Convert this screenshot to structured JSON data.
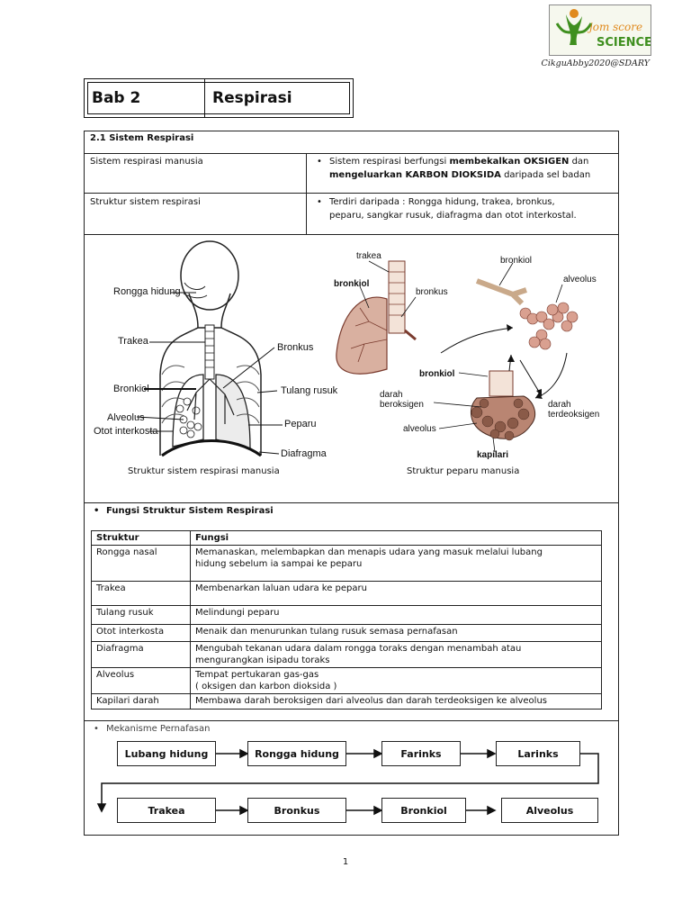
{
  "header": {
    "logo_text_line1": "jom score",
    "logo_text_line2": "SCIENCE",
    "credit": "CikguAbby2020@SDARY"
  },
  "title": {
    "chapter": "Bab 2",
    "name": "Respirasi"
  },
  "section": {
    "heading": "2.1 Sistem Respirasi",
    "rows": [
      {
        "label": "Sistem respirasi manusia",
        "desc_line1_pre": "Sistem respirasi berfungsi ",
        "desc_line1_bold": "membekalkan OKSIGEN",
        "desc_line1_post": " dan",
        "desc_line2_bold": "mengeluarkan KARBON DIOKSIDA",
        "desc_line2_post": " daripada sel badan"
      },
      {
        "label": "Struktur sistem respirasi",
        "desc_line1": "Terdiri daripada : Rongga hidung, trakea, bronkus,",
        "desc_line2": "peparu, sangkar rusuk, diafragma dan otot interkostal."
      }
    ]
  },
  "diagram_left": {
    "labels": [
      "Rongga hidung",
      "Trakea",
      "Bronkiol",
      "Alveolus",
      "Otot interkosta",
      "Bronkus",
      "Tulang rusuk",
      "Peparu",
      "Diafragma"
    ],
    "caption": "Struktur sistem respirasi manusia"
  },
  "diagram_right": {
    "labels": [
      "trakea",
      "bronkiol",
      "bronkus",
      "bronkiol",
      "alveolus",
      "bronkiol",
      "darah beroksigen",
      "darah terdeoksigen",
      "alveolus",
      "kapilari"
    ],
    "label_darah1_l1": "darah",
    "label_darah1_l2": "beroksigen",
    "label_darah2_l1": "darah",
    "label_darah2_l2": "terdeoksigen",
    "caption": "Struktur peparu manusia"
  },
  "functions": {
    "heading": "Fungsi Struktur Sistem Respirasi",
    "col_structure": "Struktur",
    "col_function": "Fungsi",
    "rows": [
      {
        "structure": "Rongga nasal",
        "function_l1": "Memanaskan, melembapkan dan menapis udara yang masuk melalui lubang",
        "function_l2": "hidung sebelum ia sampai ke peparu"
      },
      {
        "structure": "Trakea",
        "function_l1": "Membenarkan laluan udara ke peparu",
        "function_l2": ""
      },
      {
        "structure": "Tulang rusuk",
        "function_l1": "Melindungi peparu",
        "function_l2": ""
      },
      {
        "structure": "Otot interkosta",
        "function_l1": "Menaik dan menurunkan tulang rusuk semasa pernafasan",
        "function_l2": ""
      },
      {
        "structure": "Diafragma",
        "function_l1": "Mengubah tekanan udara dalam rongga toraks dengan menambah  atau",
        "function_l2": "mengurangkan isipadu toraks"
      },
      {
        "structure": "Alveolus",
        "function_l1": "Tempat pertukaran gas-gas",
        "function_l2": "( oksigen dan karbon dioksida )"
      },
      {
        "structure": "Kapilari darah",
        "function_l1": "Membawa darah beroksigen dari alveolus dan darah terdeoksigen ke alveolus",
        "function_l2": ""
      }
    ]
  },
  "mechanism": {
    "heading": "Mekanisme Pernafasan",
    "flow_row1": [
      "Lubang hidung",
      "Rongga hidung",
      "Farinks",
      "Larinks"
    ],
    "flow_row2": [
      "Trakea",
      "Bronkus",
      "Bronkiol",
      "Alveolus"
    ]
  },
  "footer": {
    "page_number": "1"
  },
  "colors": {
    "lung_fill": "#d9b0a0",
    "lung_dark": "#7a3b2e",
    "logo_green": "#3f8f1f",
    "logo_orange": "#e08a1e"
  }
}
